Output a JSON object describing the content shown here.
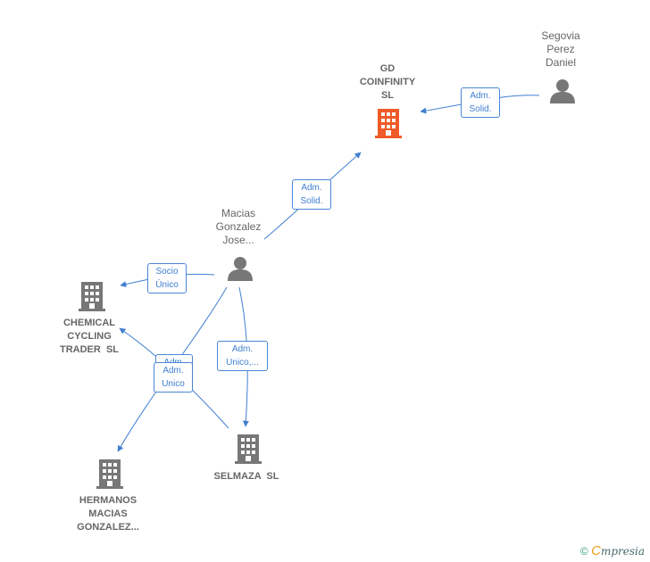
{
  "colors": {
    "edge": "#3f7fd0",
    "person_icon": "#777777",
    "building_gray": "#777777",
    "building_highlight": "#f05a28"
  },
  "nodes": {
    "gd_coinfinity": {
      "lines": [
        "GD",
        "COINFINITY",
        "SL"
      ],
      "icon": "building-icon"
    },
    "segovia": {
      "lines": [
        "Segovia",
        "Perez",
        "Daniel"
      ],
      "icon": "person-icon"
    },
    "macias_jose": {
      "lines": [
        "Macias",
        "Gonzalez",
        "Jose..."
      ],
      "icon": "person-icon"
    },
    "chemical": {
      "lines": [
        "CHEMICAL",
        "CYCLING",
        "TRADER  SL"
      ],
      "icon": "building-icon"
    },
    "hermanos": {
      "lines": [
        "HERMANOS",
        "MACIAS",
        "GONZALEZ..."
      ],
      "icon": "building-icon"
    },
    "selmaza": {
      "lines": [
        "SELMAZA  SL"
      ],
      "icon": "building-icon"
    }
  },
  "edges": {
    "segovia_gd": [
      "Adm.",
      "Solid."
    ],
    "jose_gd": [
      "Adm.",
      "Solid."
    ],
    "jose_chemical": [
      "Socio",
      "Único"
    ],
    "jose_selmaza": [
      "Adm.",
      "Unico,..."
    ],
    "jose_hermanos_back": [
      "Adm.",
      ""
    ],
    "jose_hermanos": [
      "Adm.",
      "Unico"
    ]
  },
  "footer": {
    "copyright": "©",
    "brand_first": "C",
    "brand_rest": "mpresia"
  }
}
